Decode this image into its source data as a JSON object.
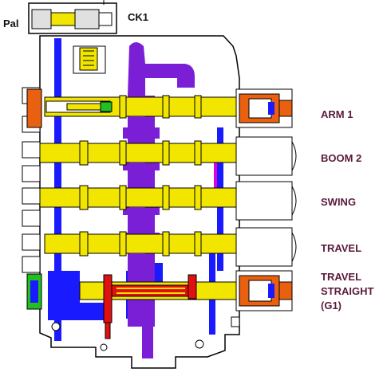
{
  "labels": {
    "pal": "Pal",
    "ck1": "CK1",
    "arm1": "ARM 1",
    "boom2": "BOOM 2",
    "swing": "SWING",
    "travel": "TRAVEL",
    "travel_straight_1": "TRAVEL",
    "travel_straight_2": "STRAIGHT",
    "travel_straight_3": "(G1)"
  },
  "colors": {
    "body_outline": "#000000",
    "spool": "#f2e600",
    "pump_passage": "#1a1aff",
    "pilot_passage": "#7a1fd6",
    "relief_red": "#e01010",
    "cap_orange": "#e86010",
    "green_fitting": "#20c020",
    "magenta_line": "#e000e0"
  }
}
